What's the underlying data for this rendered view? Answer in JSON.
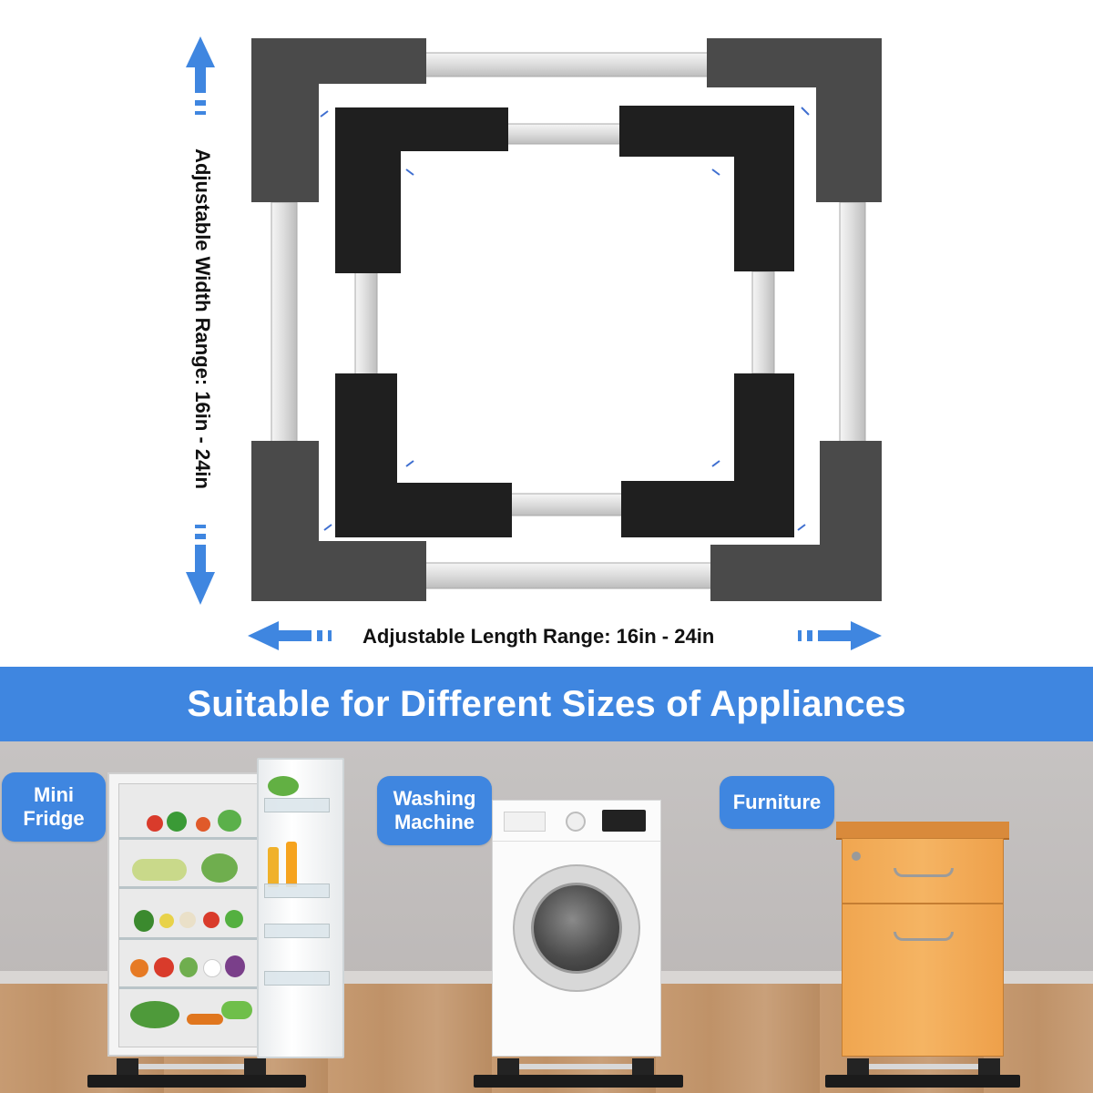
{
  "diagram": {
    "length_label": "Adjustable Length Range: 16in - 24in",
    "width_label": "Adjustable Width Range: 16in - 24in",
    "arrow_color": "#3f86e0",
    "frame_corner_color_outer": "#4a4a4a",
    "frame_corner_color_inner": "#1f1f1f",
    "rail_color": "#e6e6e6"
  },
  "banner": {
    "title": "Suitable for Different Sizes of Appliances",
    "color": "#3f86e0"
  },
  "scenes": {
    "fridge_label": "Mini Fridge",
    "washer_label": "Washing Machine",
    "furniture_label": "Furniture"
  }
}
